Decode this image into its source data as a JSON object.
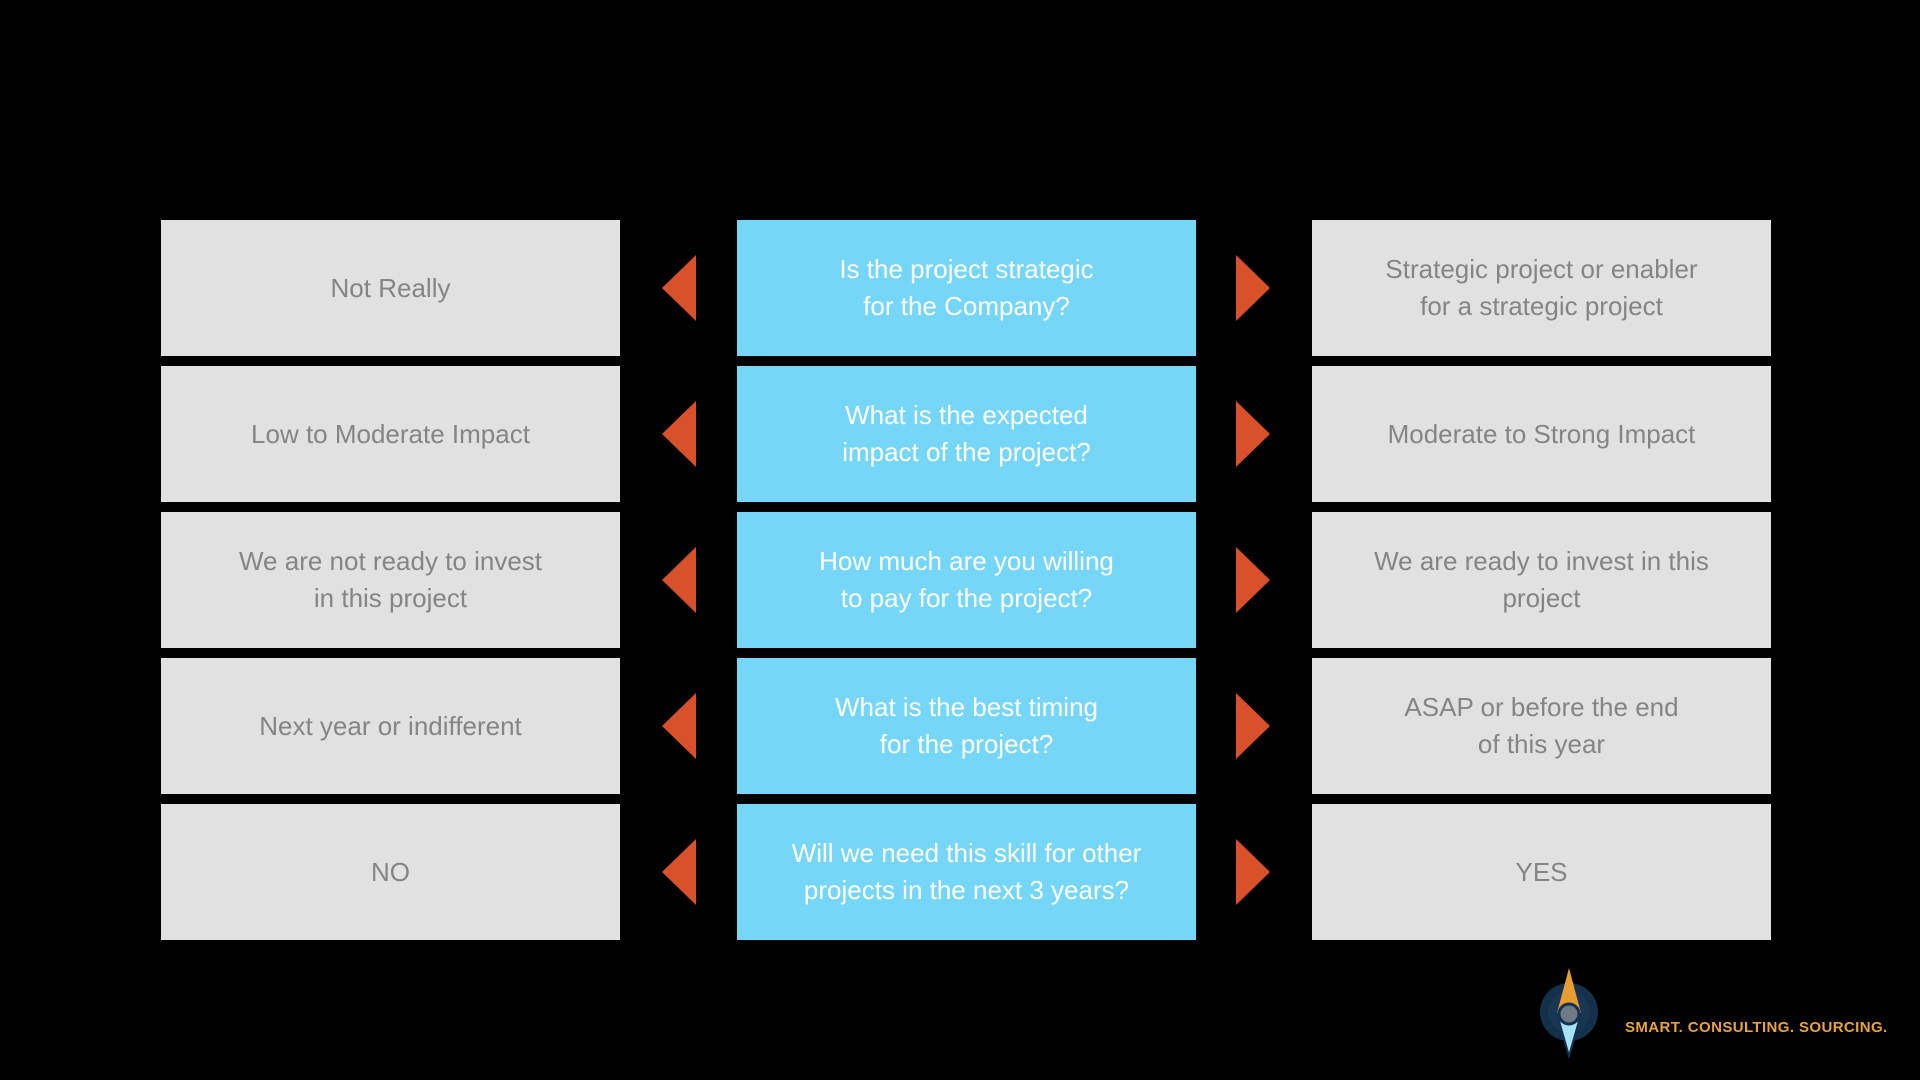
{
  "canvas": {
    "background": "#000000"
  },
  "colors": {
    "canvas_bg": "#000000",
    "gray_box_bg": "#E1E1E1",
    "gray_box_text": "#858585",
    "blue_box_bg": "#76D6F8",
    "blue_box_text": "#FFFFFF",
    "arrow": "#D8512B",
    "logo_circle": "#14314B",
    "logo_circle_inner": "#1B3A57",
    "logo_needle_top": "#E89D33",
    "logo_needle_bottom": "#A5E2F8",
    "logo_needle_outline": "#143350",
    "logo_pivot": "#6E7A85",
    "tagline": "#E8A33D"
  },
  "rows": [
    {
      "left": "Not Really",
      "center": "Is the project strategic\nfor the Company?",
      "right": "Strategic project or enabler\nfor a strategic project"
    },
    {
      "left": "Low to Moderate Impact",
      "center": "What is the expected\nimpact of the project?",
      "right": "Moderate to Strong Impact"
    },
    {
      "left": "We are not ready to invest\nin this project",
      "center": "How much are you willing\nto pay for the project?",
      "right": "We are ready to invest in this\nproject"
    },
    {
      "left": "Next year or indifferent",
      "center": "What is the best timing\nfor the project?",
      "right": "ASAP or before the end\nof this year"
    },
    {
      "left": "NO",
      "center": "Will we need this skill for other\nprojects  in the next 3 years?",
      "right": "YES"
    }
  ],
  "branding": {
    "tagline": "SMART. CONSULTING. SOURCING.",
    "logo": "compass-icon"
  }
}
